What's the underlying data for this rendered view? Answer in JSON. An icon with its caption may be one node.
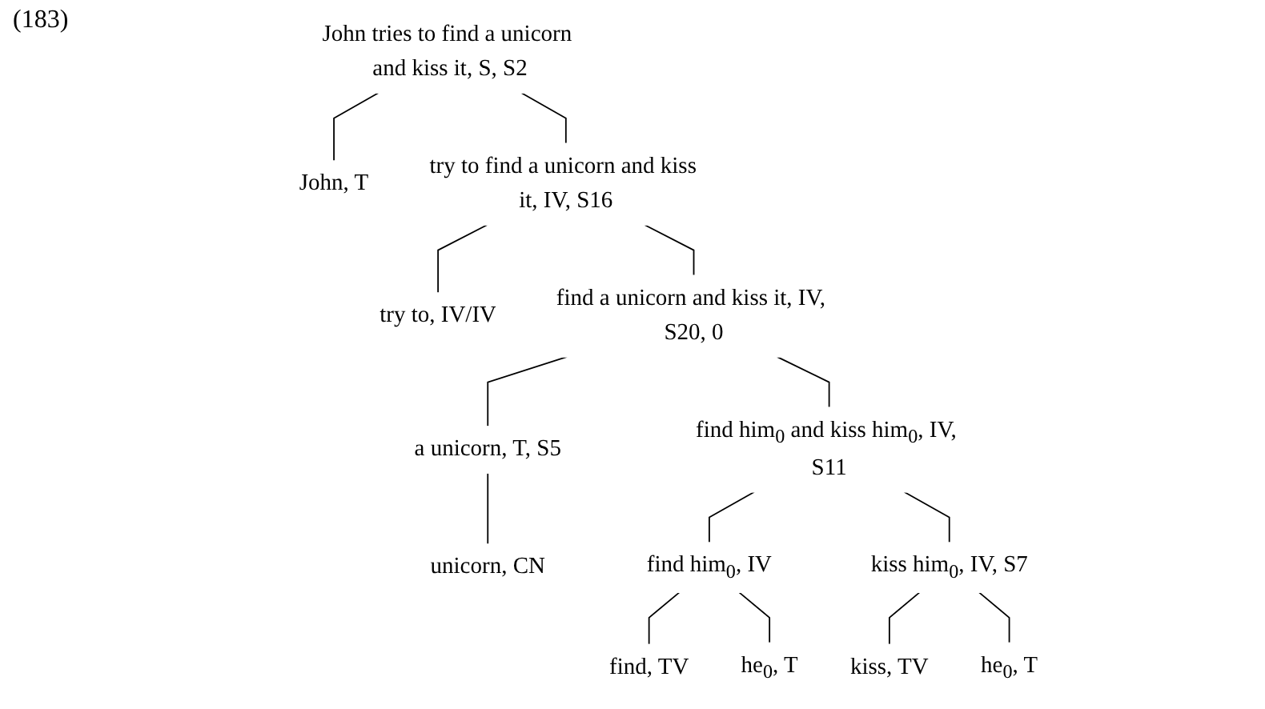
{
  "diagram": {
    "nodes": [
      {
        "text": [
          "John tries to find a unicorn and kiss it, S, S2"
        ]
      },
      {
        "text": [
          "John, T"
        ]
      },
      {
        "text": [
          "try to find a unicorn and kiss it, IV, S16"
        ]
      },
      {
        "text": [
          "try to, IV/IV"
        ]
      },
      {
        "text": [
          "find a unicorn and kiss it, IV, S20, 0"
        ]
      },
      {
        "text": [
          "a unicorn, T, S5"
        ]
      },
      {
        "text": [
          "find him$_{0}$ and kiss him$_{0}$, IV, S11"
        ]
      },
      {
        "text": [
          "unicorn, CN"
        ]
      },
      {
        "text": [
          "find him$_{0}$, IV"
        ]
      },
      {
        "text": [
          "kiss him$_{0}$, IV, S7"
        ]
      },
      {
        "text": [
          "find, TV"
        ]
      },
      {
        "text": [
          "he$_{0}$, T"
        ]
      },
      {
        "text": [
          "kiss, TV"
        ]
      },
      {
        "text": [
          "he$_{0}$, T"
        ]
      }
    ],
    "edges": [
      {
        "from": 0,
        "to": 1,
        "arrow": "none"
      },
      {
        "from": 0,
        "to": 2,
        "arrow": "none"
      },
      {
        "from": 2,
        "to": 3,
        "arrow": "none"
      },
      {
        "from": 2,
        "to": 4,
        "arrow": "none"
      },
      {
        "from": 4,
        "to": 5,
        "arrow": "none"
      },
      {
        "from": 4,
        "to": 6,
        "arrow": "none"
      },
      {
        "from": 5,
        "to": 7,
        "arrow": "none"
      },
      {
        "from": 6,
        "to": 8,
        "arrow": "none"
      },
      {
        "from": 6,
        "to": 9,
        "arrow": "none"
      },
      {
        "from": 8,
        "to": 10,
        "arrow": "none"
      },
      {
        "from": 8,
        "to": 11,
        "arrow": "none"
      },
      {
        "from": 9,
        "to": 12,
        "arrow": "none"
      },
      {
        "from": 9,
        "to": 13,
        "arrow": "none"
      }
    ],
    "labels": [
      "(183)"
    ]
  }
}
